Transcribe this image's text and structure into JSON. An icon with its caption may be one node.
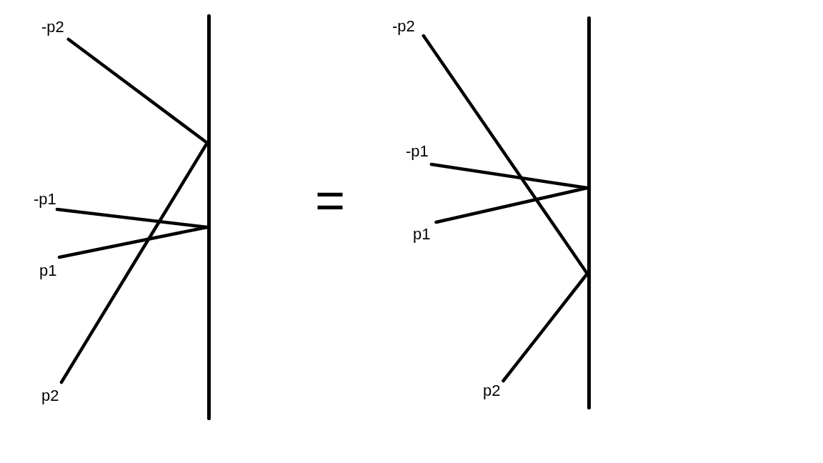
{
  "diagram": {
    "nodes": [
      {
        "text": [
          "-p2"
        ]
      },
      {
        "text": [
          "-p1"
        ]
      },
      {
        "text": [
          "p1"
        ]
      },
      {
        "text": [
          "p2"
        ]
      },
      {
        "text": [],
        "shape": "bar"
      },
      {
        "text": [
          "-p2"
        ]
      },
      {
        "text": [
          "-p1"
        ]
      },
      {
        "text": [
          "p1"
        ]
      },
      {
        "text": [
          "p2"
        ]
      },
      {
        "text": [],
        "shape": "bar"
      }
    ],
    "edges": [
      {
        "from": 0,
        "to": 4,
        "arrow": "none"
      },
      {
        "from": 1,
        "to": 4,
        "arrow": "none"
      },
      {
        "from": 2,
        "to": 4,
        "arrow": "none"
      },
      {
        "from": 3,
        "to": 4,
        "arrow": "none"
      },
      {
        "from": 5,
        "to": 9,
        "arrow": "none"
      },
      {
        "from": 6,
        "to": 9,
        "arrow": "none"
      },
      {
        "from": 7,
        "to": 9,
        "arrow": "none"
      },
      {
        "from": 8,
        "to": 9,
        "arrow": "none"
      }
    ],
    "labels": [
      "="
    ]
  }
}
